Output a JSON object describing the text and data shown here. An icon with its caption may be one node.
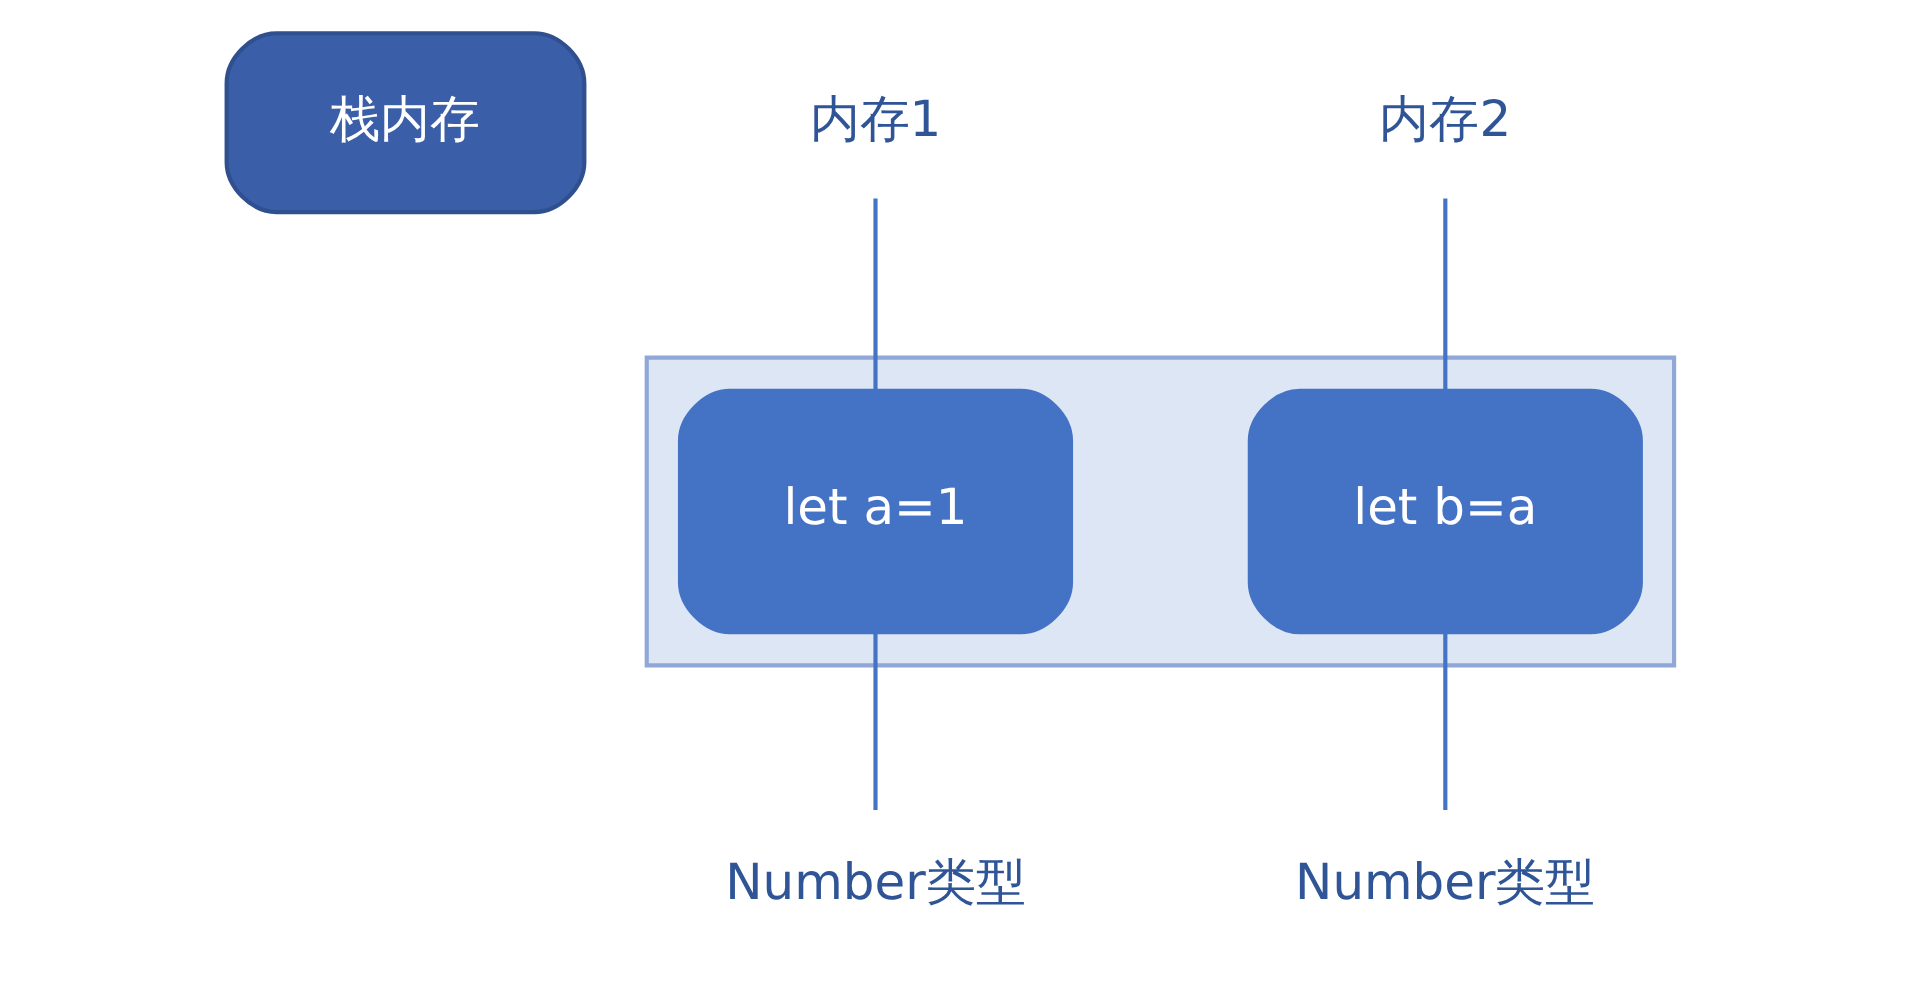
{
  "diagram": {
    "nodes": [
      {
        "text": [
          "栈内存"
        ]
      },
      {
        "text": [],
        "shape": "bar"
      },
      {
        "text": [
          "let a=1"
        ],
        "in": 1
      },
      {
        "text": [
          "let b=a"
        ],
        "in": 1
      },
      {
        "text": [
          "内存1"
        ]
      },
      {
        "text": [
          "Number类型"
        ]
      },
      {
        "text": [
          "内存2"
        ]
      },
      {
        "text": [
          "Number类型"
        ]
      }
    ],
    "edges": [
      {
        "from": 4,
        "to": 2,
        "arrow": "none"
      },
      {
        "from": 2,
        "to": 5,
        "arrow": "none"
      },
      {
        "from": 6,
        "to": 3,
        "arrow": "none"
      },
      {
        "from": 3,
        "to": 7,
        "arrow": "none"
      }
    ]
  }
}
